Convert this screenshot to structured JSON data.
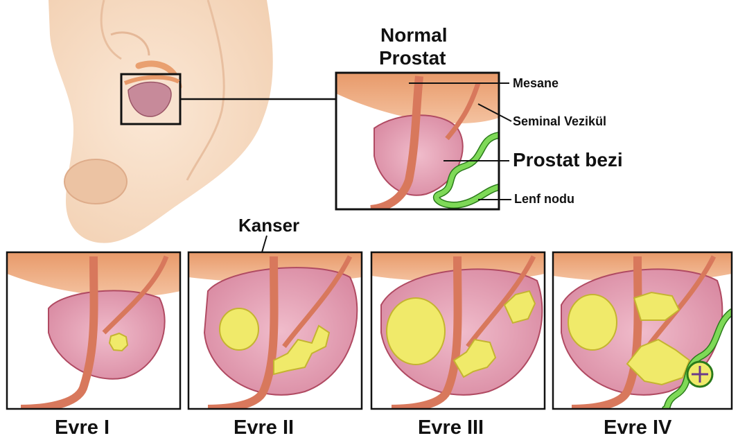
{
  "title_line1": "Normal",
  "title_line2": "Prostat",
  "callouts": {
    "mesane": "Mesane",
    "seminal": "Seminal Vezikül",
    "prostat_bezi": "Prostat bezi",
    "lenf": "Lenf nodu"
  },
  "kanser_label": "Kanser",
  "stages": [
    {
      "label": "Evre I"
    },
    {
      "label": "Evre II"
    },
    {
      "label": "Evre III"
    },
    {
      "label": "Evre IV"
    }
  ],
  "colors": {
    "skin": "#f6dcc4",
    "bladder": "#e8a070",
    "prostate": "#e6a7b9",
    "prostate_edge": "#b04a62",
    "urethra": "#d8785c",
    "tumor": "#f0ea6a",
    "tumor_edge": "#c4b430",
    "lymph": "#7ed957",
    "lymph_edge": "#2a7a1a"
  }
}
